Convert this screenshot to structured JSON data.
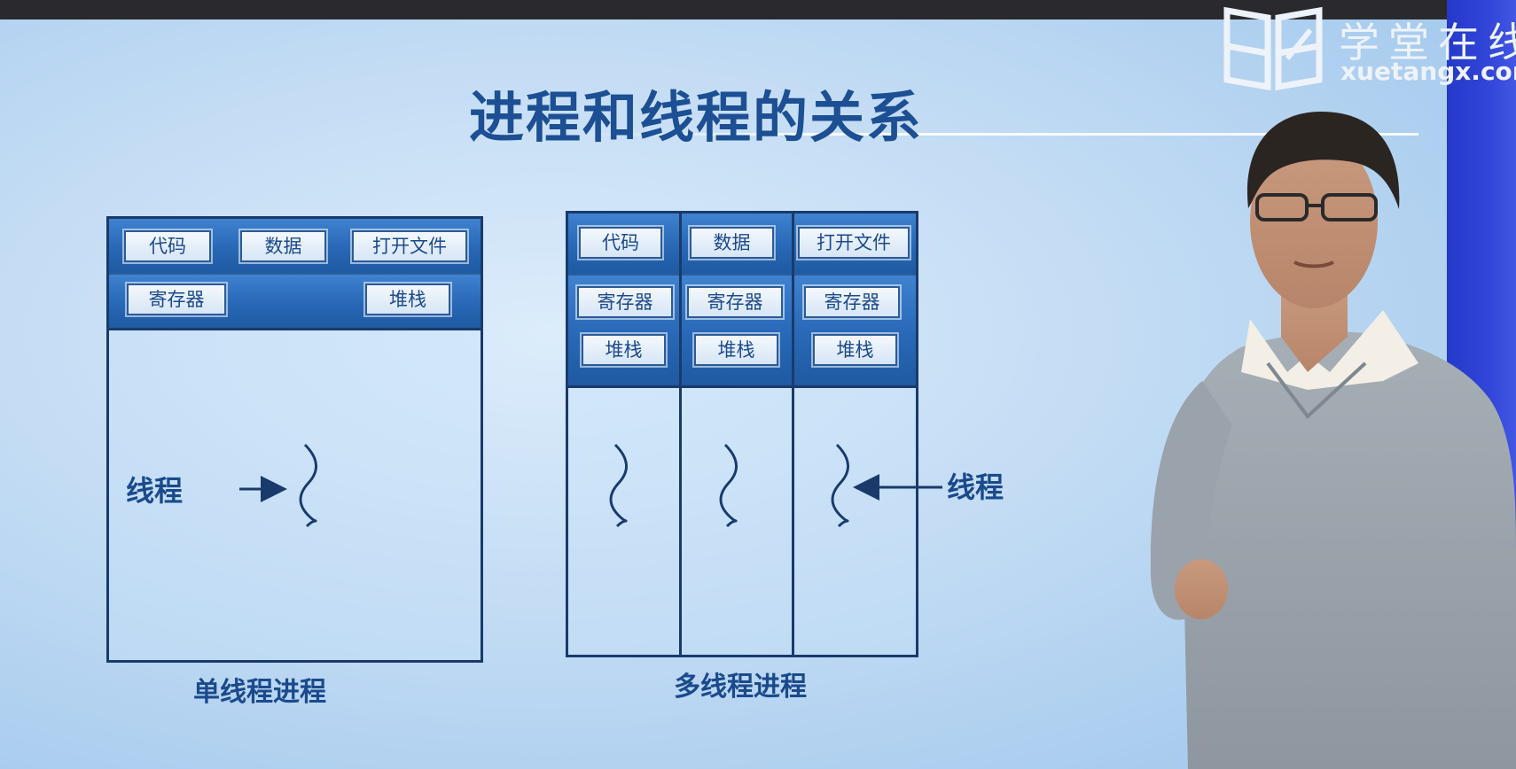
{
  "slide": {
    "title": "进程和线程的关系"
  },
  "single_thread_process": {
    "shared_resources": [
      "代码",
      "数据",
      "打开文件"
    ],
    "registers": "寄存器",
    "stack": "堆栈",
    "thread_label": "线程",
    "caption": "单线程进程"
  },
  "multi_thread_process": {
    "shared_resources": [
      "代码",
      "数据",
      "打开文件"
    ],
    "threads": [
      {
        "registers": "寄存器",
        "stack": "堆栈"
      },
      {
        "registers": "寄存器",
        "stack": "堆栈"
      },
      {
        "registers": "寄存器",
        "stack": "堆栈"
      }
    ],
    "thread_label": "线程",
    "caption": "多线程进程"
  },
  "logo": {
    "name": "学堂在线",
    "url": "xuetangx.com"
  },
  "colors": {
    "diagram_blue": "#2868b6",
    "outline": "#1a3a6c",
    "text_blue": "#1b4a8c",
    "title_blue": "#1c4f93",
    "accent_strip": "#3146d8"
  },
  "presenter": {
    "icon": "presenter-figure"
  }
}
